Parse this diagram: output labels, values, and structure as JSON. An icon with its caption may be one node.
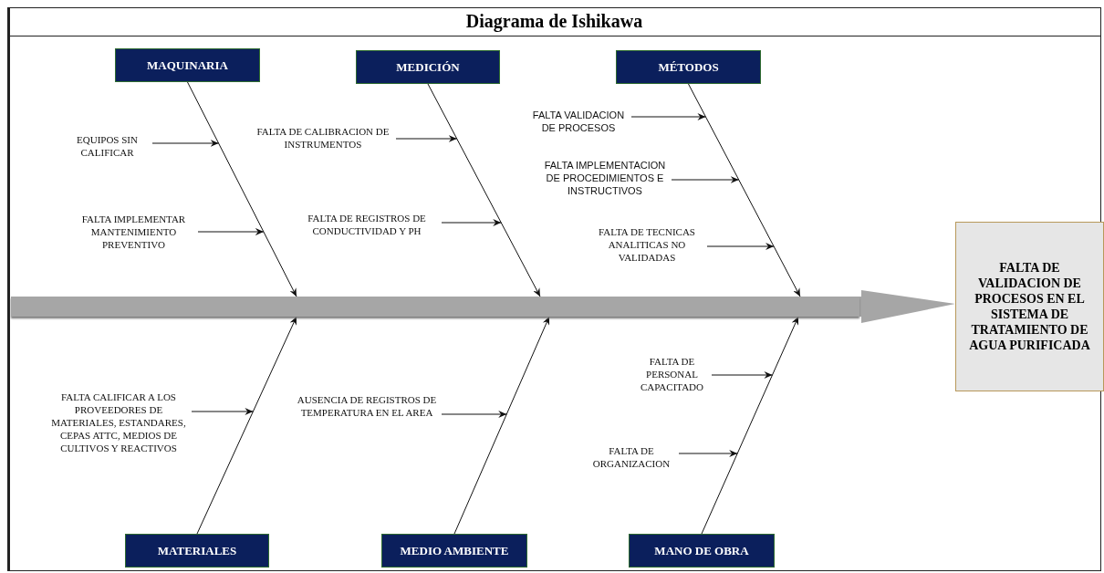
{
  "diagram": {
    "title": "Diagrama de Ishikawa",
    "nodes": [
      {
        "text": [
          "MAQUINARIA"
        ]
      },
      {
        "text": [
          "MEDICIÓN"
        ]
      },
      {
        "text": [
          "MÉTODOS"
        ]
      },
      {
        "text": [
          "EQUIPOS SIN CALIFICAR"
        ]
      },
      {
        "text": [
          "FALTA DE CALIBRACION DE INSTRUMENTOS"
        ]
      },
      {
        "text": [
          "FALTA VALIDACION DE PROCESOS"
        ]
      },
      {
        "text": [
          "FALTA IMPLEMENTACION DE PROCEDIMIENTOS E INSTRUCTIVOS"
        ]
      },
      {
        "text": [
          "FALTA IMPLEMENTAR MANTENIMIENTO PREVENTIVO"
        ]
      },
      {
        "text": [
          "FALTA DE REGISTROS DE CONDUCTIVIDAD Y PH"
        ]
      },
      {
        "text": [
          "FALTA DE TECNICAS ANALITICAS NO VALIDADAS"
        ]
      },
      {
        "text": [],
        "shape": "bar"
      },
      {
        "text": [
          "FALTA DE VALIDACION DE PROCESOS EN EL SISTEMA DE TRATAMIENTO DE AGUA PURIFICADA"
        ]
      },
      {
        "text": [
          "FALTA DE PERSONAL CAPACITADO"
        ]
      },
      {
        "text": [
          "FALTA CALIFICAR A LOS PROVEEDORES DE MATERIALES, ESTANDARES, CEPAS ATTC, MEDIOS DE CULTIVOS Y REACTIVOS"
        ]
      },
      {
        "text": [
          "AUSENCIA DE REGISTROS DE TEMPERATURA EN EL AREA"
        ]
      },
      {
        "text": [
          "FALTA DE ORGANIZACION"
        ]
      },
      {
        "text": [
          "MATERIALES"
        ]
      },
      {
        "text": [
          "MEDIO AMBIENTE"
        ]
      },
      {
        "text": [
          "MANO DE OBRA"
        ]
      }
    ],
    "edges": [
      {
        "from": 0,
        "to": 10,
        "arrow": "to"
      },
      {
        "from": 1,
        "to": 10,
        "arrow": "to"
      },
      {
        "from": 2,
        "to": 10,
        "arrow": "to"
      },
      {
        "from": 16,
        "to": 10,
        "arrow": "to"
      },
      {
        "from": 17,
        "to": 10,
        "arrow": "to"
      },
      {
        "from": 18,
        "to": 10,
        "arrow": "to"
      },
      {
        "from": 10,
        "to": 11,
        "arrow": "to",
        "style": "thick",
        "color": "#a6a6a6"
      },
      {
        "from": 3,
        "to": null,
        "arrow": "to"
      },
      {
        "from": 7,
        "to": null,
        "arrow": "to"
      },
      {
        "from": 4,
        "to": null,
        "arrow": "to"
      },
      {
        "from": 8,
        "to": null,
        "arrow": "to"
      },
      {
        "from": 5,
        "to": null,
        "arrow": "to"
      },
      {
        "from": 6,
        "to": null,
        "arrow": "to"
      },
      {
        "from": 9,
        "to": null,
        "arrow": "to"
      },
      {
        "from": 13,
        "to": null,
        "arrow": "to"
      },
      {
        "from": 14,
        "to": null,
        "arrow": "to"
      },
      {
        "from": 12,
        "to": null,
        "arrow": "to"
      },
      {
        "from": 15,
        "to": null,
        "arrow": "to"
      }
    ]
  }
}
